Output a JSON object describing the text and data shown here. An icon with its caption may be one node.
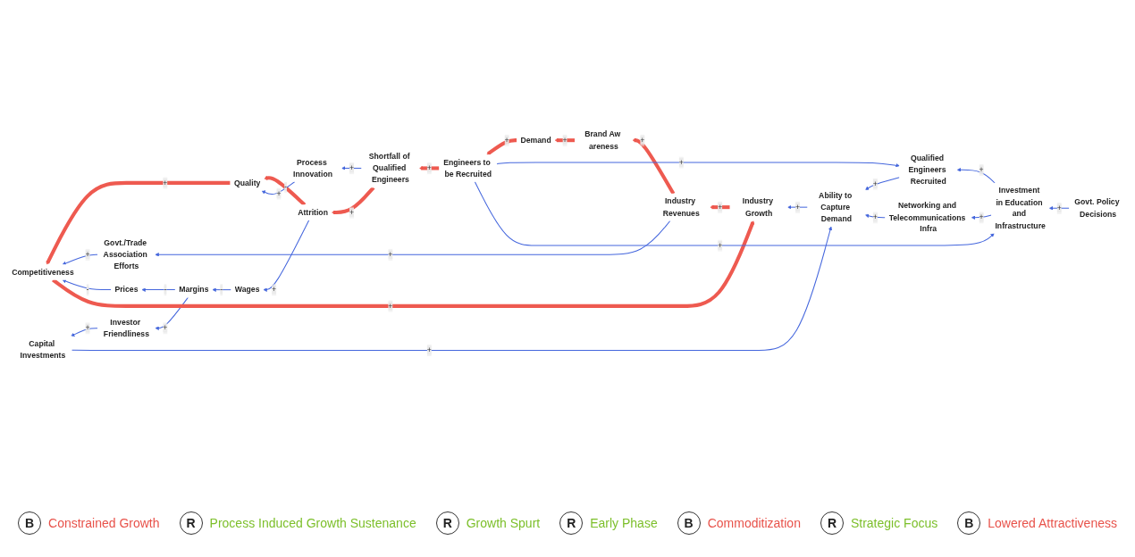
{
  "diagram": {
    "nodes": [
      {
        "text": [
          "Shortfall of Qualified Engineers"
        ]
      },
      {
        "text": [
          "Engineers to be Recruited"
        ]
      },
      {
        "text": [
          "Attrition"
        ]
      },
      {
        "text": [
          "Wages"
        ]
      },
      {
        "text": [
          "Margins"
        ]
      },
      {
        "text": [
          "Process Innovation"
        ]
      },
      {
        "text": [
          "Quality"
        ]
      },
      {
        "text": [
          "Demand"
        ]
      },
      {
        "text": [
          "Brand Aw areness"
        ]
      },
      {
        "text": [
          "Govt./Trade Association Efforts"
        ]
      },
      {
        "text": [
          "Industry Revenues"
        ]
      },
      {
        "text": [
          "Competitiveness"
        ]
      },
      {
        "text": [
          "Prices"
        ]
      },
      {
        "text": [
          "Investor Friendliness"
        ]
      },
      {
        "text": [
          "Capital Investments"
        ]
      },
      {
        "text": [
          "Ability to Capture Demand"
        ]
      },
      {
        "text": [
          "Industry Growth"
        ]
      },
      {
        "text": [
          "Qualified Engineers Recruited"
        ]
      },
      {
        "text": [
          "Investment in Education and Infrastructure"
        ]
      },
      {
        "text": [
          "Networking and Telecommunications Infra"
        ]
      },
      {
        "text": [
          "Govt. Policy Decisions"
        ]
      }
    ],
    "edges": [
      {
        "from": 1,
        "to": 0,
        "arrow": "to",
        "label": "+",
        "style": "thick",
        "color": "#ee5a50"
      },
      {
        "from": 0,
        "to": 2,
        "arrow": "to",
        "label": "+",
        "style": "thick",
        "color": "#ee5a50"
      },
      {
        "from": 0,
        "to": 5,
        "arrow": "to",
        "label": "+"
      },
      {
        "from": 2,
        "to": 3,
        "arrow": "to",
        "label": "+"
      },
      {
        "from": 2,
        "to": 6,
        "arrow": "to",
        "label": "-",
        "style": "thick",
        "color": "#ee5a50"
      },
      {
        "from": 3,
        "to": 4,
        "arrow": "to",
        "label": "-"
      },
      {
        "from": 5,
        "to": 6,
        "arrow": "to",
        "label": "+"
      },
      {
        "from": 6,
        "to": 11,
        "arrow": "to",
        "label": "+",
        "style": "thick",
        "color": "#ee5a50"
      },
      {
        "from": 9,
        "to": 11,
        "arrow": "to",
        "label": "+"
      },
      {
        "from": 10,
        "to": 9,
        "arrow": "to",
        "label": "+"
      },
      {
        "from": 4,
        "to": 13,
        "arrow": "to",
        "label": "+"
      },
      {
        "from": 4,
        "to": 12,
        "arrow": "to",
        "label": "-"
      },
      {
        "from": 12,
        "to": 11,
        "arrow": "to",
        "label": "-"
      },
      {
        "from": 11,
        "to": 16,
        "arrow": "to",
        "label": "+",
        "style": "thick",
        "color": "#ee5a50"
      },
      {
        "from": 13,
        "to": 14,
        "arrow": "to",
        "label": "+"
      },
      {
        "from": 14,
        "to": 15,
        "arrow": "to",
        "label": "+"
      },
      {
        "from": 15,
        "to": 16,
        "arrow": "to",
        "label": "+"
      },
      {
        "from": 16,
        "to": 10,
        "arrow": "to",
        "label": "+",
        "style": "thick",
        "color": "#ee5a50"
      },
      {
        "from": 10,
        "to": 8,
        "arrow": "to",
        "label": "+",
        "style": "thick",
        "color": "#ee5a50"
      },
      {
        "from": 8,
        "to": 7,
        "arrow": "to",
        "label": "+",
        "style": "thick",
        "color": "#ee5a50"
      },
      {
        "from": 7,
        "to": 1,
        "arrow": "to",
        "label": "+",
        "style": "thick",
        "color": "#ee5a50"
      },
      {
        "from": 1,
        "to": 17,
        "arrow": "to",
        "label": "+"
      },
      {
        "from": 1,
        "to": 18,
        "arrow": "to",
        "label": "+"
      },
      {
        "from": 18,
        "to": 17,
        "arrow": "to",
        "label": "+"
      },
      {
        "from": 18,
        "to": 19,
        "arrow": "to",
        "label": "+"
      },
      {
        "from": 20,
        "to": 18,
        "arrow": "to",
        "label": "+"
      },
      {
        "from": 17,
        "to": 15,
        "arrow": "to",
        "label": "+"
      },
      {
        "from": 19,
        "to": 15,
        "arrow": "to",
        "label": "+"
      }
    ],
    "labels": [
      "B",
      "Constrained Growth",
      "R",
      "Process Induced Growth Sustenance",
      "R",
      "Growth Spurt",
      "R",
      "Early Phase",
      "B",
      "Commoditization",
      "R",
      "Strategic Focus",
      "B",
      "Lowered Attractiveness"
    ]
  }
}
